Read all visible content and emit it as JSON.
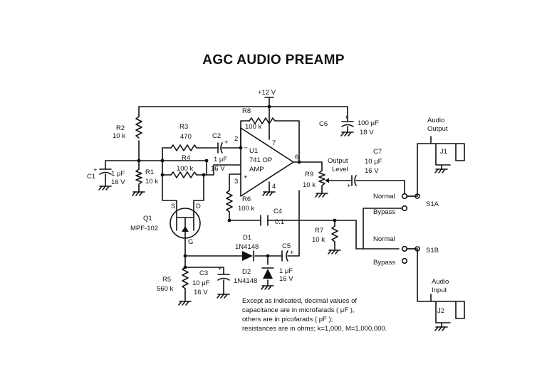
{
  "title": "AGC AUDIO PREAMP",
  "supply": "+12 V",
  "op_amp": {
    "ref": "U1",
    "line1": "741 OP",
    "line2": "AMP",
    "pins": [
      "2",
      "3",
      "4",
      "6",
      "7"
    ]
  },
  "resistors": {
    "R1": {
      "ref": "R1",
      "value": "10 k"
    },
    "R2": {
      "ref": "R2",
      "value": "10 k"
    },
    "R3": {
      "ref": "R3",
      "value": "470"
    },
    "R4": {
      "ref": "R4",
      "value": "100 k"
    },
    "R5": {
      "ref": "R5",
      "value": "560 k"
    },
    "R6": {
      "ref": "R6",
      "value": "100 k"
    },
    "R7": {
      "ref": "R7",
      "value": "10 k"
    },
    "R8": {
      "ref": "R8",
      "value": "100 k"
    },
    "R9": {
      "ref": "R9",
      "value": "10 k",
      "label1": "Output",
      "label2": "Level"
    }
  },
  "capacitors": {
    "C1": {
      "ref": "C1",
      "value": "1 μF",
      "voltage": "16 V"
    },
    "C2": {
      "ref": "C2",
      "value": "1 μF",
      "voltage": "16 V"
    },
    "C3": {
      "ref": "C3",
      "value": "10 μF",
      "voltage": "16 V"
    },
    "C4": {
      "ref": "C4",
      "value": "0.1"
    },
    "C5": {
      "ref": "C5",
      "value": "1 μF",
      "voltage": "16 V"
    },
    "C6": {
      "ref": "C6",
      "value": "100 μF",
      "voltage": "18 V"
    },
    "C7": {
      "ref": "C7",
      "value": "10 μF",
      "voltage": "16 V"
    }
  },
  "diodes": {
    "D1": {
      "ref": "D1",
      "part": "1N4148"
    },
    "D2": {
      "ref": "D2",
      "part": "1N4148"
    }
  },
  "fet": {
    "ref": "Q1",
    "part": "MPF-102",
    "s": "S",
    "d": "D",
    "g": "G"
  },
  "switches": {
    "S1A": {
      "ref": "S1A",
      "normal": "Normal",
      "bypass": "Bypass"
    },
    "S1B": {
      "ref": "S1B",
      "normal": "Normal",
      "bypass": "Bypass"
    }
  },
  "jacks": {
    "J1": {
      "ref": "J1",
      "label1": "Audio",
      "label2": "Output"
    },
    "J2": {
      "ref": "J2",
      "label1": "Audio",
      "label2": "Input"
    }
  },
  "polarity_mark": "+",
  "notes": [
    "Except as indicated, decimal values of",
    "capacitance are in microfarads ( μF ),",
    "others are in picofarads ( pF );",
    "resistances are in ohms; k=1,000, M=1,000,000."
  ]
}
